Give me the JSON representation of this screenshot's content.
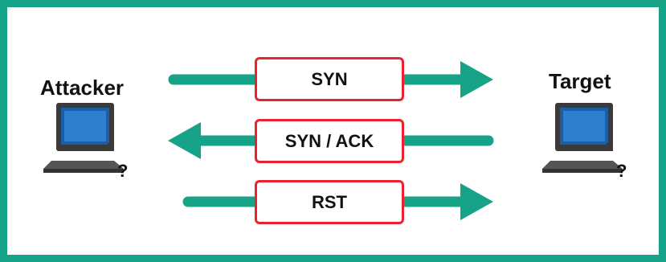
{
  "parties": {
    "attacker": {
      "label": "Attacker",
      "icon": "computer-icon"
    },
    "target": {
      "label": "Target",
      "icon": "computer-icon"
    }
  },
  "messages": [
    {
      "label": "SYN",
      "direction": "attacker-to-target"
    },
    {
      "label": "SYN / ACK",
      "direction": "target-to-attacker"
    },
    {
      "label": "RST",
      "direction": "attacker-to-target"
    }
  ],
  "colors": {
    "frame": "#17a387",
    "arrow": "#17a387",
    "box_border": "#e8232f",
    "monitor_blue": "#1c5ea8",
    "text": "#111111"
  }
}
